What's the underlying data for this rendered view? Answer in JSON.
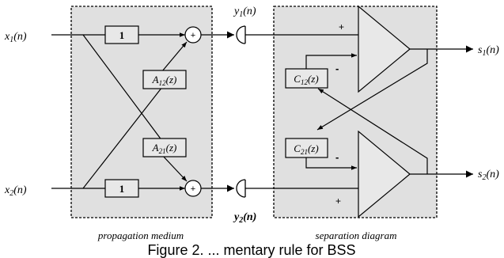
{
  "inputs": {
    "x1": {
      "base": "x",
      "sub": "1",
      "tail": "(n)"
    },
    "x2": {
      "base": "x",
      "sub": "2",
      "tail": "(n)"
    }
  },
  "mixed": {
    "y1": {
      "base": "y",
      "sub": "1",
      "tail": "(n)"
    },
    "y2": {
      "base": "y",
      "sub": "2",
      "tail": "(n)"
    }
  },
  "outputs": {
    "s1": {
      "base": "s",
      "sub": "1",
      "tail": "(n)"
    },
    "s2": {
      "base": "s",
      "sub": "2",
      "tail": "(n)"
    }
  },
  "propagation": {
    "gain_top": "1",
    "gain_bottom": "1",
    "a12": {
      "base": "A",
      "sub": "12",
      "tail": "(z)"
    },
    "a21": {
      "base": "A",
      "sub": "21",
      "tail": "(z)"
    },
    "adder_sign": "+"
  },
  "separation": {
    "c12": {
      "base": "C",
      "sub": "12",
      "tail": "(z)"
    },
    "c21": {
      "base": "C",
      "sub": "21",
      "tail": "(z)"
    },
    "plus": "+",
    "minus": "-"
  },
  "labels": {
    "propagation_medium": "propagation medium",
    "separation_diagram": "separation diagram",
    "caption": "Figure 2. ... mentary rule for BSS"
  },
  "colors": {
    "panel_fill": "#e0e0e0",
    "line": "#000000"
  }
}
